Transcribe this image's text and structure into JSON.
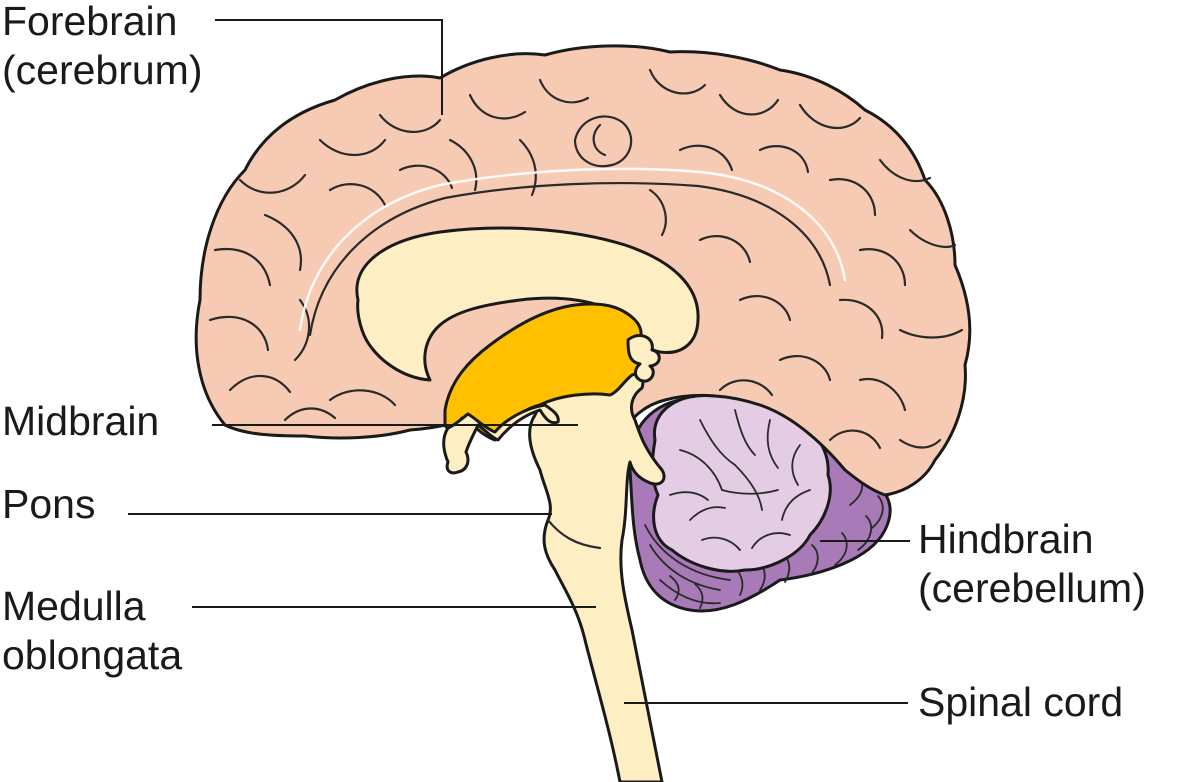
{
  "diagram": {
    "labels": {
      "forebrain": [
        "Forebrain",
        "(cerebrum)"
      ],
      "midbrain": [
        "Midbrain"
      ],
      "pons": [
        "Pons"
      ],
      "medulla": [
        "Medulla",
        "oblongata"
      ],
      "hindbrain": [
        "Hindbrain",
        "(cerebellum)"
      ],
      "spinal_cord": [
        "Spinal cord"
      ]
    },
    "colors": {
      "cerebrum": "#f7cbb3",
      "cerebrum_shade": "#efb59b",
      "corpus_callosum": "#fdeec3",
      "diencephalon": "#ffc000",
      "brainstem": "#fdeec3",
      "cerebellum_cortex": "#e4cce4",
      "cerebellum_lobes": "#a87bb8",
      "outline": "#1a1a1a"
    }
  }
}
